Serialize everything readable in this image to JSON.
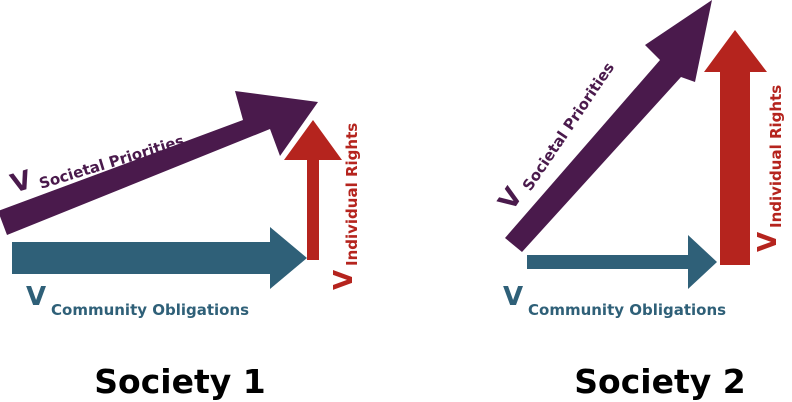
{
  "colors": {
    "societal": "#4a1a4c",
    "community": "#2f6078",
    "individual": "#b5241e",
    "caption": "#000000"
  },
  "vector_symbol": "V",
  "vectors": {
    "societal": "Societal Priorities",
    "community": "Community Obligations",
    "individual": "Individual Rights"
  },
  "societies": [
    {
      "caption": "Society 1"
    },
    {
      "caption": "Society 2"
    }
  ]
}
